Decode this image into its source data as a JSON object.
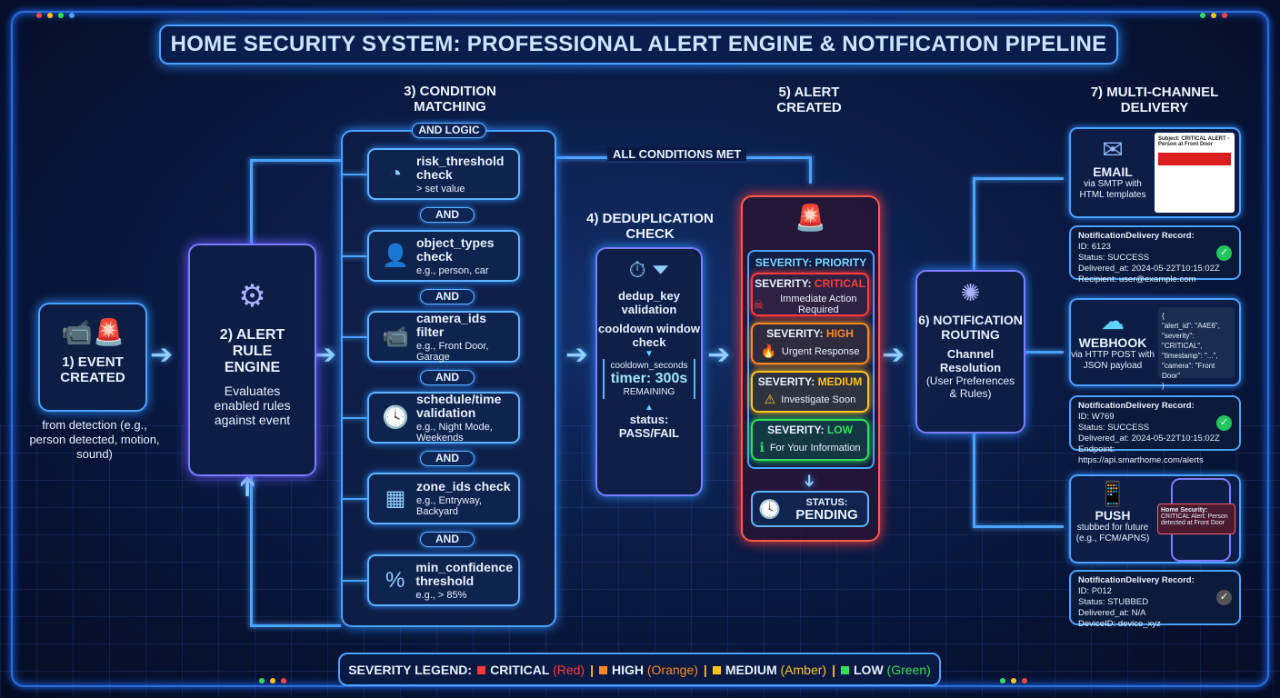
{
  "title": "HOME SECURITY SYSTEM: PROFESSIONAL ALERT ENGINE & NOTIFICATION PIPELINE",
  "step1": {
    "label": "1) EVENT CREATED",
    "caption": "from detection (e.g., person detected, motion, sound)"
  },
  "step2": {
    "label": "2) ALERT RULE ENGINE",
    "desc": "Evaluates enabled rules against event"
  },
  "step3": {
    "header": "3) CONDITION MATCHING",
    "logic": "AND LOGIC",
    "and_label": "AND",
    "conditions": [
      {
        "title": "risk_threshold check",
        "detail": "> set value",
        "icon": "gauge-icon"
      },
      {
        "title": "object_types check",
        "detail": "e.g., person, car",
        "icon": "person-car-icon"
      },
      {
        "title": "camera_ids filter",
        "detail": "e.g., Front Door, Garage",
        "icon": "camera-icon"
      },
      {
        "title": "schedule/time validation",
        "detail": "e.g., Night Mode, Weekends",
        "icon": "clock-calendar-icon"
      },
      {
        "title": "zone_ids check",
        "detail": "e.g., Entryway, Backyard",
        "icon": "floorplan-icon"
      },
      {
        "title": "min_confidence threshold",
        "detail": "e.g., > 85%",
        "icon": "percent-icon"
      }
    ]
  },
  "all_met": "ALL CONDITIONS MET",
  "step4": {
    "header": "4) DEDUPLICATION CHECK",
    "item1": "dedup_key validation",
    "item2": "cooldown window check",
    "timer_label": "cooldown_seconds",
    "timer": "timer: 300s",
    "remaining": "REMAINING",
    "status_label": "status:",
    "status": "PASS/FAIL"
  },
  "step5": {
    "header": "5) ALERT CREATED",
    "priority": "SEVERITY: PRIORITY",
    "severity_prefix": "SEVERITY:",
    "levels": [
      {
        "name": "CRITICAL",
        "desc": "Immediate Action Required",
        "color": "#ff3b3b",
        "icon": "skull-icon"
      },
      {
        "name": "HIGH",
        "desc": "Urgent Response",
        "color": "#ff8a1f",
        "icon": "fire-icon"
      },
      {
        "name": "MEDIUM",
        "desc": "Investigate Soon",
        "color": "#ffc21f",
        "icon": "warning-icon"
      },
      {
        "name": "LOW",
        "desc": "For Your Information",
        "color": "#33e05a",
        "icon": "info-icon"
      }
    ],
    "status_label": "STATUS:",
    "status": "PENDING"
  },
  "step6": {
    "label": "6) NOTIFICATION ROUTING",
    "sub": "Channel Resolution",
    "desc": "(User Preferences & Rules)"
  },
  "step7": {
    "header": "7) MULTI-CHANNEL DELIVERY",
    "email": {
      "title": "EMAIL",
      "desc": "via SMTP with HTML templates",
      "subject": "Subject: CRITICAL ALERT - Person at Front Door"
    },
    "email_record": {
      "header": "NotificationDelivery Record:",
      "lines": [
        "ID: 6123",
        "Status: SUCCESS",
        "Delivered_at: 2024-05-22T10:15:02Z",
        "Recipient: user@example.com"
      ]
    },
    "webhook": {
      "title": "WEBHOOK",
      "desc": "via HTTP POST with JSON payload",
      "json": [
        "{",
        "\"alert_id\": \"A4E6\",",
        "\"severity\": \"CRITICAL\",",
        "\"timestamp\": \"...\",",
        "\"camera\": \"Front Door\"",
        "}"
      ]
    },
    "webhook_record": {
      "header": "NotificationDelivery Record:",
      "lines": [
        "ID: W769",
        "Status: SUCCESS",
        "Delivered_at: 2024-05-22T10:15:02Z",
        "Endpoint: https://api.smarthome.com/alerts"
      ]
    },
    "push": {
      "title": "PUSH",
      "desc": "stubbed for future (e.g., FCM/APNS)",
      "notif_title": "Home Security:",
      "notif_body": "CRITICAL Alert: Person detected at Front Door"
    },
    "push_record": {
      "header": "NotificationDelivery Record:",
      "lines": [
        "ID: P012",
        "Status: STUBBED",
        "Delivered_at: N/A",
        "DeviceID: device_xyz"
      ]
    }
  },
  "legend": {
    "label": "SEVERITY LEGEND:",
    "items": [
      {
        "name": "CRITICAL",
        "paren": "(Red)",
        "color": "#ff3b3b"
      },
      {
        "name": "HIGH",
        "paren": "(Orange)",
        "color": "#ff8a1f"
      },
      {
        "name": "MEDIUM",
        "paren": "(Amber)",
        "color": "#ffc21f"
      },
      {
        "name": "LOW",
        "paren": "(Green)",
        "color": "#33e05a"
      }
    ],
    "sep": "|"
  }
}
